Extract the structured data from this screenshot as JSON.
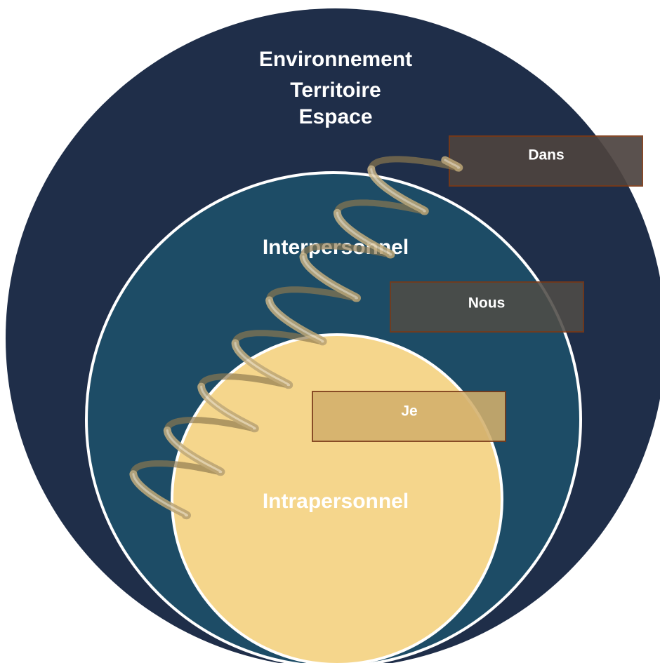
{
  "colors": {
    "outer_circle": "#1f2e49",
    "middle_circle": "#1d4c66",
    "inner_circle": "#f5d68c",
    "circle_stroke": "#ffffff",
    "spiral": "#c8b58a",
    "box_border": "#7a3a18",
    "dans_box": "#4d433f",
    "nous_box": "#4f4c47",
    "je_box": "#d3b06c",
    "label_text": "#ffffff"
  },
  "outer": {
    "labels": [
      "Environnement",
      "Territoire",
      "Espace"
    ]
  },
  "middle": {
    "label": "Interpersonnel"
  },
  "inner": {
    "label": "Intrapersonnel"
  },
  "boxes": {
    "dans": "Dans",
    "nous": "Nous",
    "je": "Je"
  },
  "icons": {
    "spiral": "spiral-spring-icon"
  }
}
